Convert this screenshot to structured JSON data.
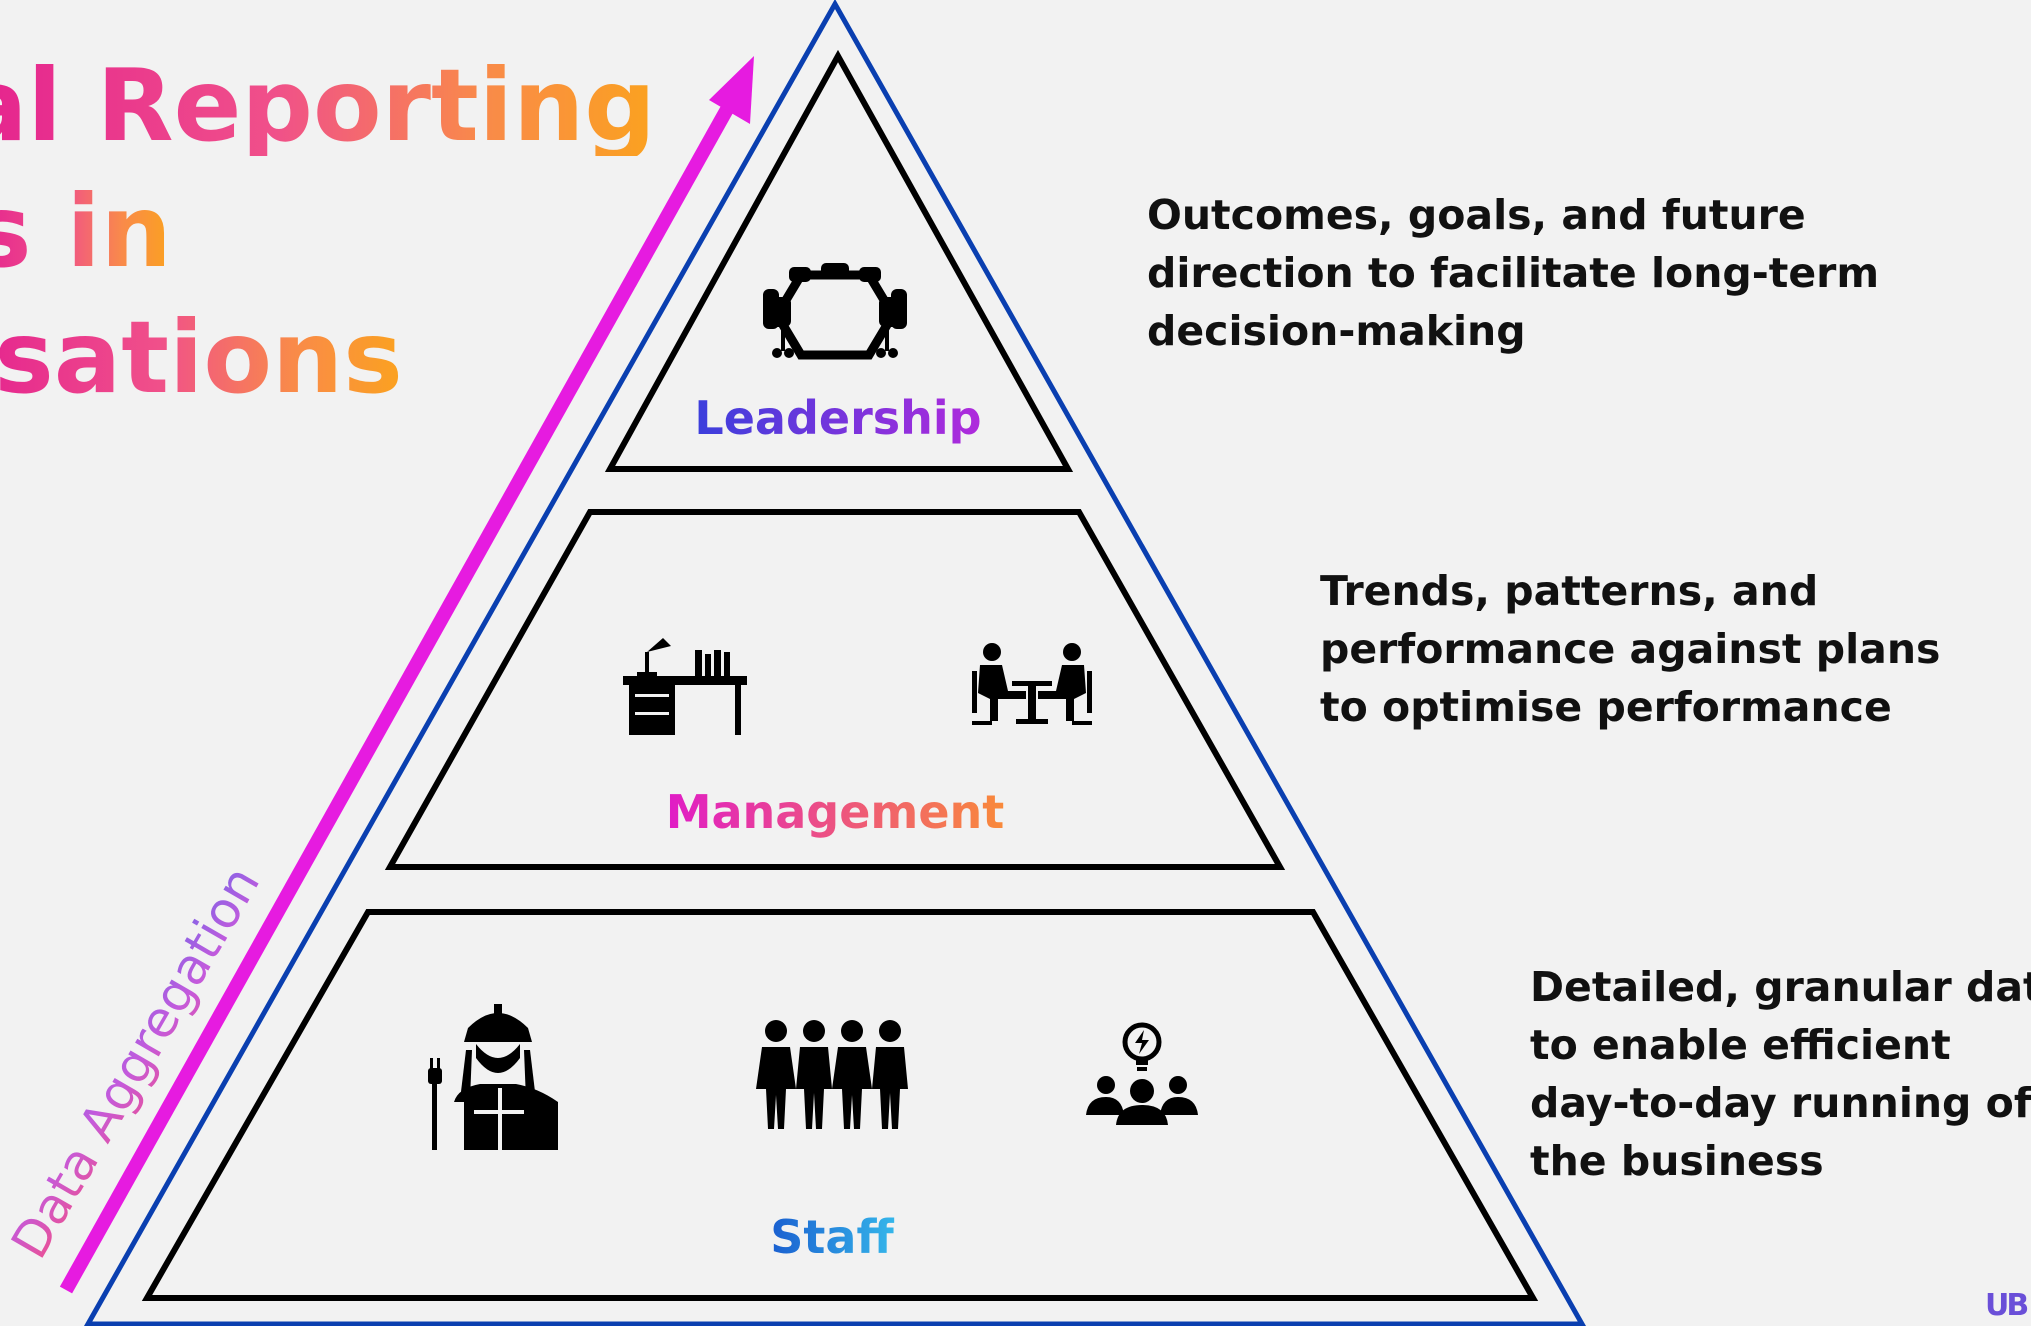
{
  "title": {
    "line1": "al Reporting",
    "line2": "s in",
    "line3": "isations"
  },
  "tiers": [
    {
      "label": "Leadership",
      "description": [
        "Outcomes, goals, and future",
        "direction to facilitate long-term",
        "decision-making"
      ],
      "icons": [
        "boardroom-table-icon"
      ]
    },
    {
      "label": "Management",
      "description": [
        "Trends, patterns, and",
        "performance against plans",
        "to optimise performance"
      ],
      "icons": [
        "office-desk-icon",
        "meeting-icon"
      ]
    },
    {
      "label": "Staff",
      "description": [
        "Detailed, granular data",
        "to enable efficient",
        "day-to-day running of",
        "the business"
      ],
      "icons": [
        "electrician-worker-icon",
        "team-people-icon",
        "idea-group-icon"
      ]
    }
  ],
  "arrow_label": "Data Aggregation",
  "logo_text": "UB",
  "colors": {
    "background": "#f2f2f2",
    "outer_triangle": "#0a3fb0",
    "tier_outline": "#000000",
    "arrow": "#e61be0",
    "leadership_label": [
      "#3b3fdc",
      "#b02adc"
    ],
    "management_label": [
      "#e01cc7",
      "#f98a3a"
    ],
    "staff_label": [
      "#1a5fd0",
      "#35b6ea"
    ]
  }
}
